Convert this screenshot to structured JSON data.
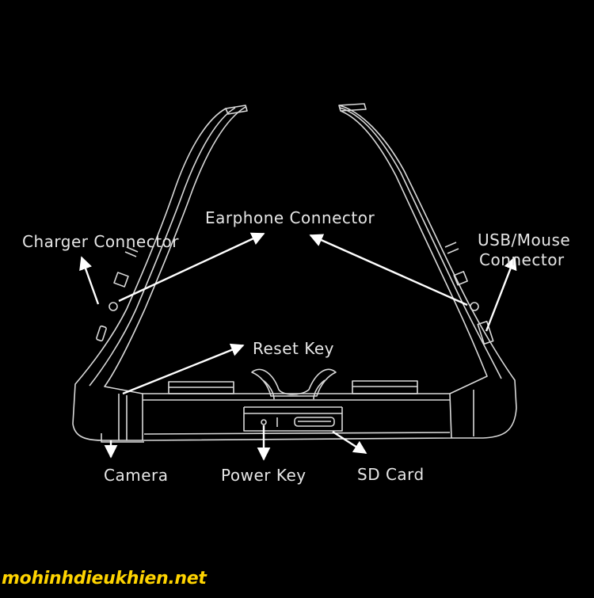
{
  "labels": {
    "earphone": "Earphone Connector",
    "charger": "Charger Connector",
    "usb_line1": "USB/Mouse",
    "usb_line2": "Connector",
    "reset": "Reset Key",
    "camera": "Camera",
    "power": "Power Key",
    "sd": "SD Card"
  },
  "watermark": "mohinhdieukhien.net",
  "colors": {
    "background": "#000000",
    "line": "#e6e6e6",
    "watermark": "#ffd400"
  }
}
